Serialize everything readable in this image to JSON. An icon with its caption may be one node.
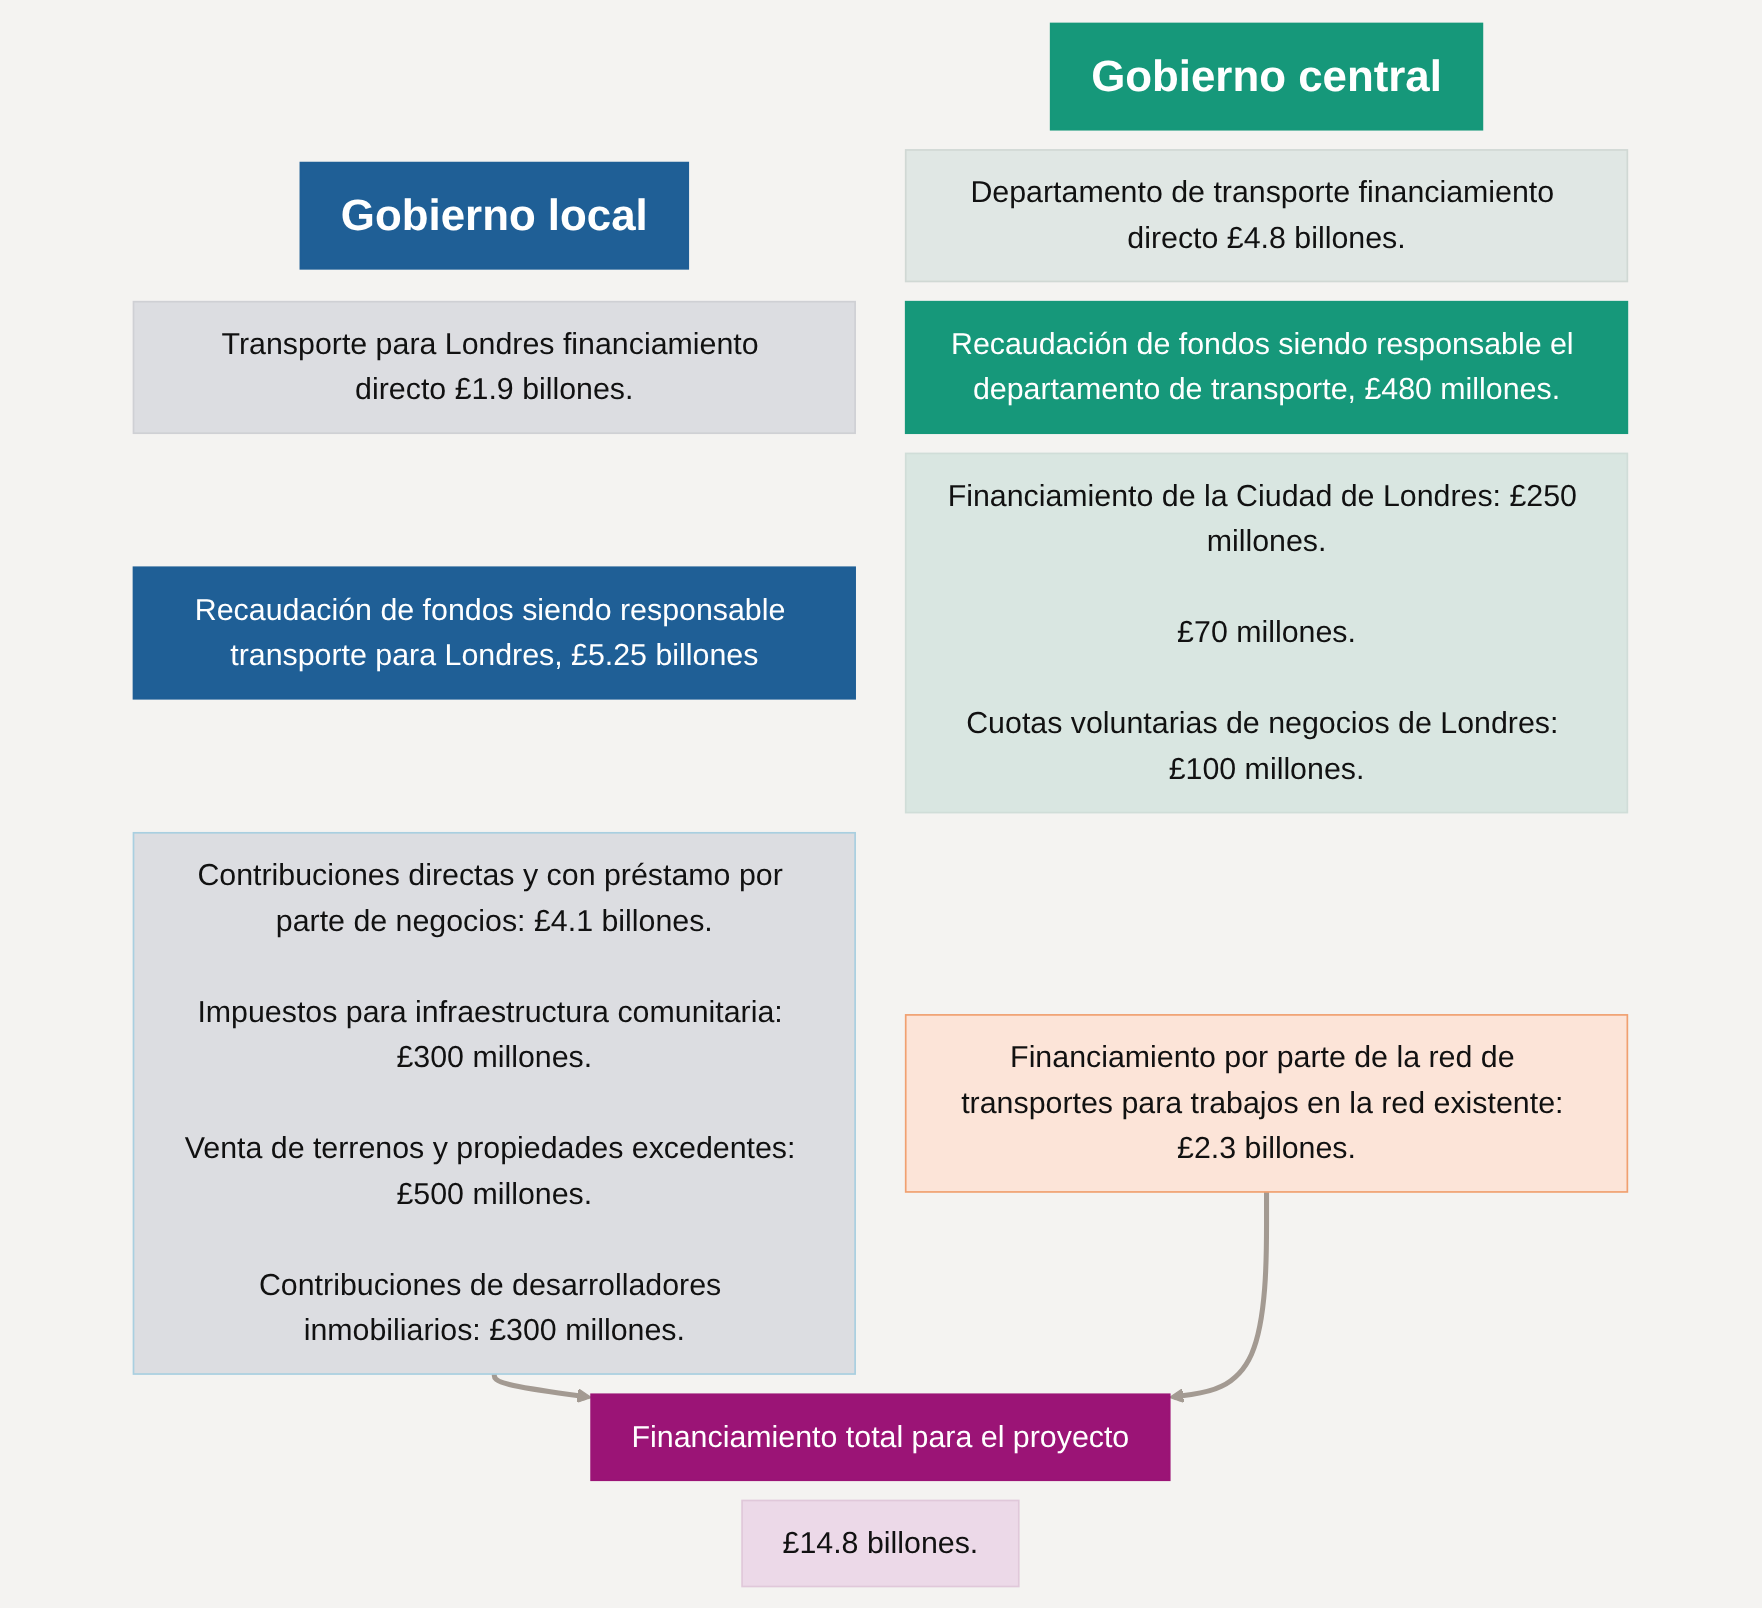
{
  "diagram": {
    "nodes": [
      {
        "text": [
          "Gobierno local"
        ]
      },
      {
        "text": [
          "Transporte para Londres financiamiento directo £1.9 billones."
        ]
      },
      {
        "text": [
          "Recaudación de fondos siendo responsable transporte para Londres, £5.25 billones"
        ]
      },
      {
        "text": [
          "Contribuciones directas y con préstamo por parte de negocios: £4.1 billones.",
          "Impuestos para infraestructura comunitaria: £300 millones.",
          "Venta de terrenos y propiedades excedentes: £500 millones.",
          "Contribuciones de desarrolladores inmobiliarios: £300 millones."
        ]
      },
      {
        "text": [
          "Gobierno central"
        ]
      },
      {
        "text": [
          "Departamento de transporte financiamiento directo £4.8 billones."
        ]
      },
      {
        "text": [
          "Recaudación de fondos siendo responsable el departamento de transporte, £480 millones."
        ]
      },
      {
        "text": [
          "Financiamiento de la Ciudad de Londres: £250 millones.",
          "£70 millones.",
          "Cuotas voluntarias de negocios de Londres: £100 millones."
        ]
      },
      {
        "text": [
          "Financiamiento por parte de la red de transportes para trabajos en la red existente: £2.3 billones."
        ]
      },
      {
        "text": [
          "Financiamiento total para el proyecto"
        ]
      },
      {
        "text": [
          "£14.8 billones."
        ]
      }
    ],
    "edges": [
      {
        "from": 3,
        "to": 9,
        "arrow": "to"
      },
      {
        "from": 8,
        "to": 9,
        "arrow": "to"
      }
    ]
  }
}
